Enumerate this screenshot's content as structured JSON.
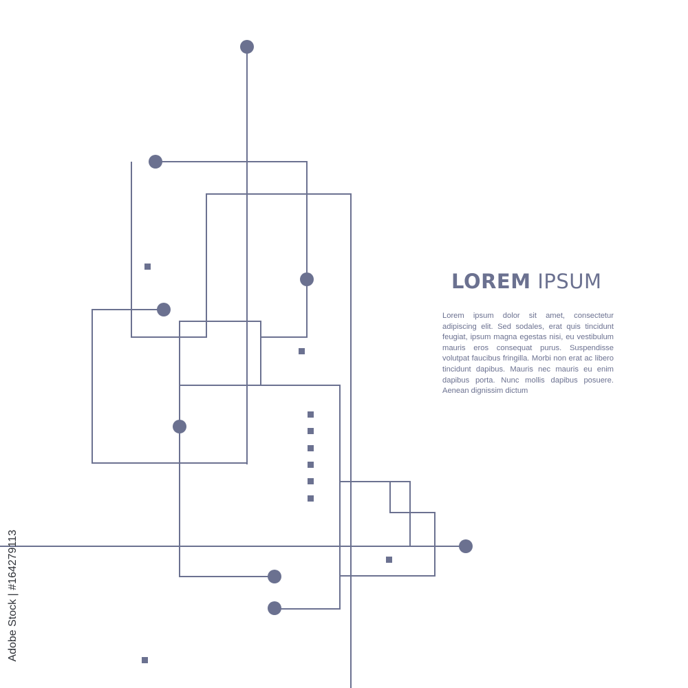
{
  "heading": {
    "bold": "LOREM",
    "light": "IPSUM"
  },
  "paragraph": "Lorem ipsum dolor sit amet, consectetur adipiscing elit. Sed sodales, erat quis tincidunt feugiat, ipsum magna egestas nisi, eu vestibulum mauris eros consequat purus. Suspendisse volutpat faucibus fringilla. Morbi non erat ac libero tincidunt dapibus. Mauris nec mauris eu enim dapibus porta. Nunc mollis dapibus posuere. Aenean dignissim dictum",
  "side_label": "Adobe Stock | #164279113",
  "colors": {
    "line": "#6b7190",
    "background": "#ffffff"
  },
  "graphic": "circuit-line-pattern"
}
